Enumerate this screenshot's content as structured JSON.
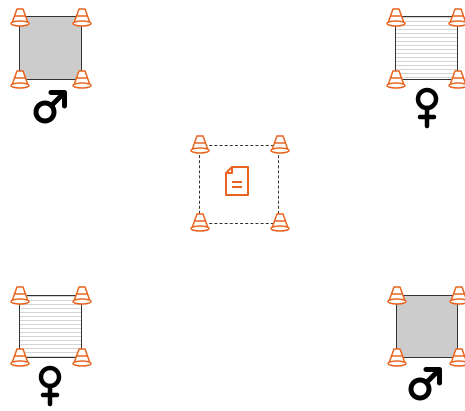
{
  "board": {
    "corners": [
      {
        "name": "top-left",
        "pattern": "solid-gray",
        "symbol": "male",
        "symbol_icon": "male-symbol-icon"
      },
      {
        "name": "top-right",
        "pattern": "horizontal-lines",
        "symbol": "female",
        "symbol_icon": "female-symbol-icon"
      },
      {
        "name": "bottom-left",
        "pattern": "horizontal-lines",
        "symbol": "female",
        "symbol_icon": "female-symbol-icon"
      },
      {
        "name": "bottom-right",
        "pattern": "solid-gray",
        "symbol": "male",
        "symbol_icon": "male-symbol-icon"
      }
    ],
    "center": {
      "icon": "document-icon",
      "border": "dashed",
      "selected": true
    }
  },
  "colors": {
    "accent": "#e8641e",
    "tile_fill": "#cccccc",
    "outline": "#333333",
    "symbol": "#000000"
  },
  "icons": {
    "marker": "traffic-cone-icon",
    "document": "document-icon",
    "male": "male-symbol-icon",
    "female": "female-symbol-icon"
  }
}
